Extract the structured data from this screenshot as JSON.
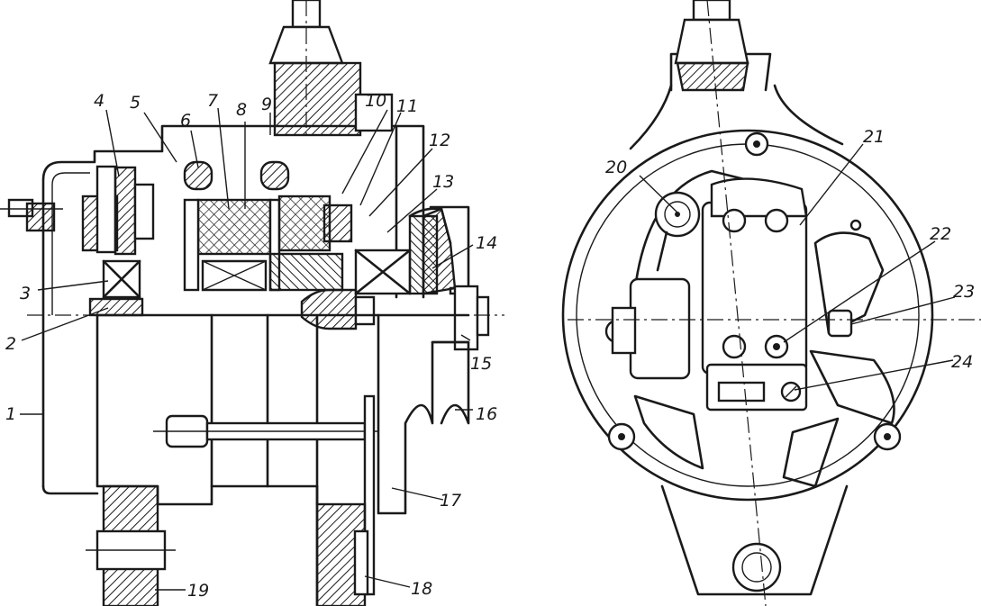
{
  "callouts": {
    "l1": "1",
    "l2": "2",
    "l3": "3",
    "l4": "4",
    "l5": "5",
    "l6": "6",
    "l7": "7",
    "l8": "8",
    "l9": "9",
    "l10": "10",
    "l11": "11",
    "l12": "12",
    "l13": "13",
    "l14": "14",
    "l15": "15",
    "l16": "16",
    "l17": "17",
    "l18": "18",
    "l19": "19",
    "l20": "20",
    "l21": "21",
    "l22": "22",
    "l23": "23",
    "l24": "24"
  },
  "colors": {
    "ink": "#1a1a1a",
    "paper": "#ffffff"
  }
}
